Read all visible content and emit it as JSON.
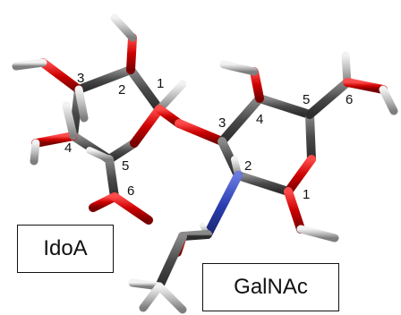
{
  "residues": {
    "idoa": {
      "label": "IdoA",
      "atom_numbers": [
        "1",
        "2",
        "3",
        "4",
        "5",
        "6"
      ]
    },
    "galnac": {
      "label": "GalNAc",
      "atom_numbers": [
        "1",
        "2",
        "3",
        "4",
        "5",
        "6"
      ]
    }
  },
  "colors": {
    "carbon": "#595959",
    "oxygen": "#cc0000",
    "nitrogen": "#2b3fb3",
    "hydrogen": "#c8c8c8"
  }
}
